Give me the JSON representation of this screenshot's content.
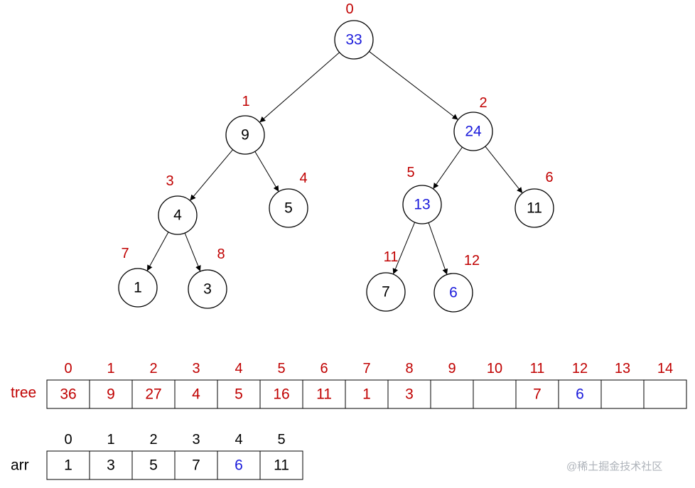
{
  "colors": {
    "index": "#c00000",
    "highlight": "#1a1adb",
    "normal": "#000000",
    "watermark": "#aeb3ba"
  },
  "tree": {
    "nodes": [
      {
        "idx": "0",
        "value": "33",
        "highlight": true
      },
      {
        "idx": "1",
        "value": "9",
        "highlight": false
      },
      {
        "idx": "2",
        "value": "24",
        "highlight": true
      },
      {
        "idx": "3",
        "value": "4",
        "highlight": false
      },
      {
        "idx": "4",
        "value": "5",
        "highlight": false
      },
      {
        "idx": "5",
        "value": "13",
        "highlight": true
      },
      {
        "idx": "6",
        "value": "11",
        "highlight": false
      },
      {
        "idx": "7",
        "value": "1",
        "highlight": false
      },
      {
        "idx": "8",
        "value": "3",
        "highlight": false
      },
      {
        "idx": "11",
        "value": "7",
        "highlight": false
      },
      {
        "idx": "12",
        "value": "6",
        "highlight": true
      }
    ],
    "edges": [
      [
        "0",
        "1"
      ],
      [
        "0",
        "2"
      ],
      [
        "1",
        "3"
      ],
      [
        "1",
        "4"
      ],
      [
        "2",
        "5"
      ],
      [
        "2",
        "6"
      ],
      [
        "3",
        "7"
      ],
      [
        "3",
        "8"
      ],
      [
        "5",
        "11"
      ],
      [
        "5",
        "12"
      ]
    ]
  },
  "tree_array": {
    "label": "tree",
    "indices": [
      "0",
      "1",
      "2",
      "3",
      "4",
      "5",
      "6",
      "7",
      "8",
      "9",
      "10",
      "11",
      "12",
      "13",
      "14"
    ],
    "values": [
      "36",
      "9",
      "27",
      "4",
      "5",
      "16",
      "11",
      "1",
      "3",
      "",
      "",
      "7",
      "6",
      "",
      ""
    ],
    "highlight": [
      12
    ]
  },
  "arr_array": {
    "label": "arr",
    "indices": [
      "0",
      "1",
      "2",
      "3",
      "4",
      "5"
    ],
    "values": [
      "1",
      "3",
      "5",
      "7",
      "6",
      "11"
    ],
    "highlight": [
      4
    ]
  },
  "watermark": "@稀土掘金技术社区"
}
